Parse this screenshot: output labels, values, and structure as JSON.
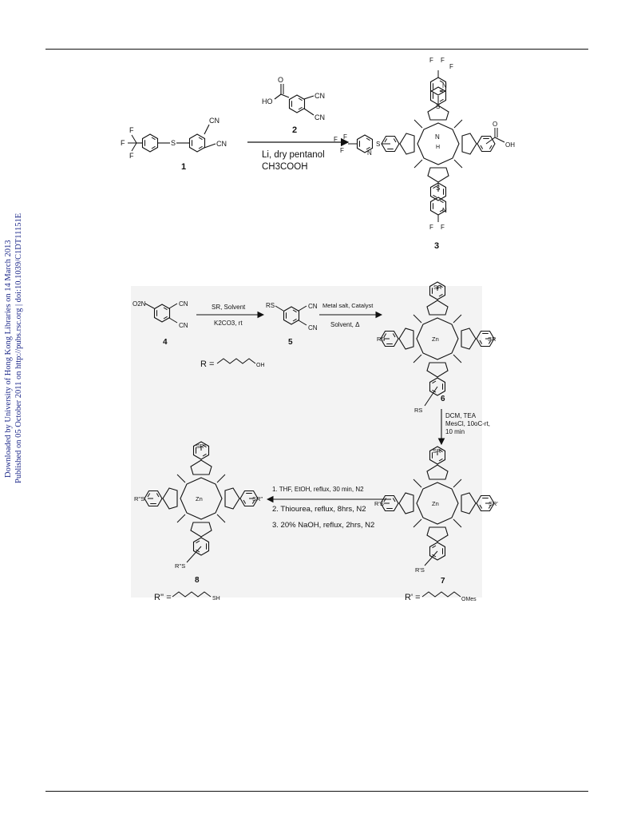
{
  "sidebar": {
    "line1": "Downloaded by University of Hong Kong Libraries on 14 March 2013",
    "line2": "Published on 05 October 2011 on http://pubs.rsc.org | doi:10.1039/C1DT11151E"
  },
  "scheme1": {
    "compound1": "1",
    "compound2": "2",
    "compound3": "3",
    "cond1": "Li, dry pentanol",
    "cond2": "CH3COOH",
    "cn": "CN",
    "ho": "HO",
    "oh": "OH",
    "o": "O",
    "s": "S",
    "f": "F",
    "n": "N",
    "h": "H"
  },
  "scheme2": {
    "compound4": "4",
    "compound5": "5",
    "compound6": "6",
    "compound7": "7",
    "compound8": "8",
    "step1_top": "SR, Solvent",
    "step1_bottom": "K2CO3, rt",
    "step2_top": "Metal salt, Catalyst",
    "step2_bottom": "Solvent, Δ",
    "step3_l1": "DCM, TEA",
    "step3_l2": "MesCl, 10oC-rt,",
    "step3_l3": "10 min",
    "step4_l1": "1. THF, EtOH, reflux, 30 min, N2",
    "step4_l2": "2. Thiourea, reflux, 8hrs, N2",
    "step4_l3": "3. 20% NaOH, reflux, 2hrs, N2",
    "r_def": "R =",
    "r_end": "OH",
    "r1_def": "R' =",
    "r1_end": "OMes",
    "r2_def": "R'' =",
    "r2_end": "SH",
    "o2n": "O2N",
    "rs": "RS",
    "sr": "SR",
    "rps": "R'S",
    "srp": "SR'",
    "rpps": "R''S",
    "srpp": "SR''",
    "zn": "Zn"
  }
}
